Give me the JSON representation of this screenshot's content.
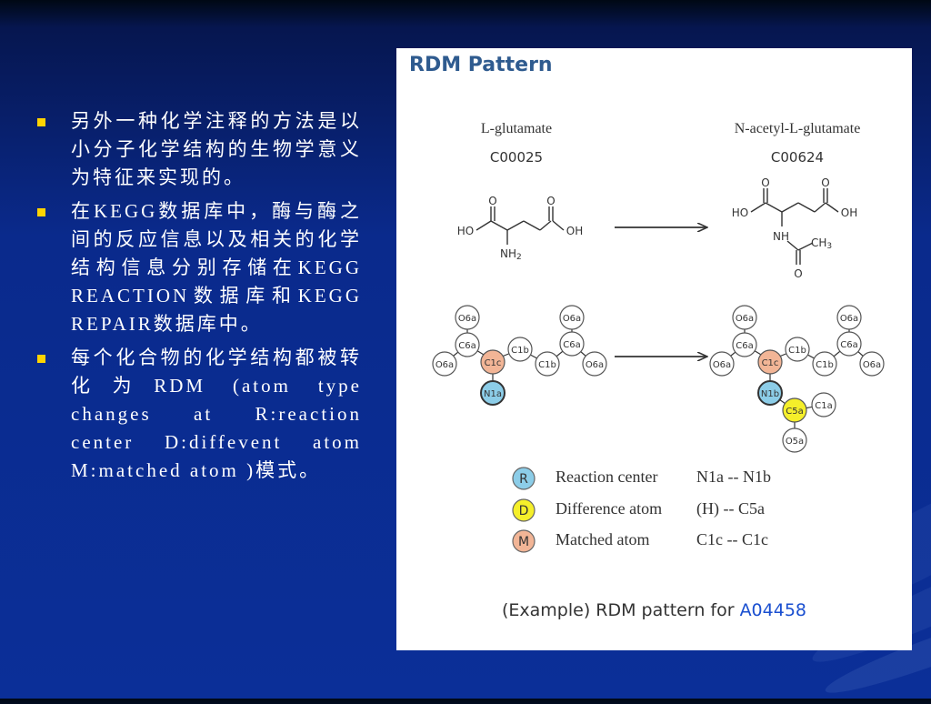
{
  "bullets": [
    {
      "text": "另外一种化学注释的方法是以小分子化学结构的生物学意义为特征来实现的。"
    },
    {
      "text": "在KEGG数据库中，酶与酶之间的反应信息以及相关的化学结构信息分别存储在KEGG REACTION数据库和KEGG REPAIR数据库中。"
    },
    {
      "text": "每个化合物的化学结构都被转化为RDM (atom type changes at R:reaction center D:diffevent atom M:matched atom )模式。"
    }
  ],
  "panel": {
    "title": "RDM Pattern",
    "left_compound": {
      "name": "L-glutamate",
      "id": "C00025"
    },
    "right_compound": {
      "name": "N-acetyl-L-glutamate",
      "id": "C00624"
    },
    "molecule_labels": {
      "O": "O",
      "HO": "HO",
      "OH": "OH",
      "NH2": "NH",
      "NH2_sub": "2",
      "NH": "NH",
      "CH3": "CH",
      "CH3_sub": "3"
    },
    "graph_nodes_left": [
      "O6a",
      "O6a",
      "C6a",
      "C1b",
      "C6a",
      "O6a",
      "C1c",
      "C1b",
      "O6a",
      "N1a"
    ],
    "graph_nodes_right": [
      "O6a",
      "O6a",
      "C6a",
      "C1b",
      "C6a",
      "O6a",
      "C1c",
      "C1b",
      "O6a",
      "N1b",
      "C5a",
      "C1a",
      "O5a"
    ],
    "legend": [
      {
        "symbol": "R",
        "color": "#8ccde8",
        "label": "Reaction center",
        "value": "N1a -- N1b"
      },
      {
        "symbol": "D",
        "color": "#f5ef2a",
        "label": "Difference atom",
        "value": "(H) -- C5a"
      },
      {
        "symbol": "M",
        "color": "#f2b596",
        "label": "Matched atom",
        "value": "C1c -- C1c"
      }
    ],
    "caption_prefix": "(Example) RDM pattern for ",
    "caption_link": "A04458"
  }
}
